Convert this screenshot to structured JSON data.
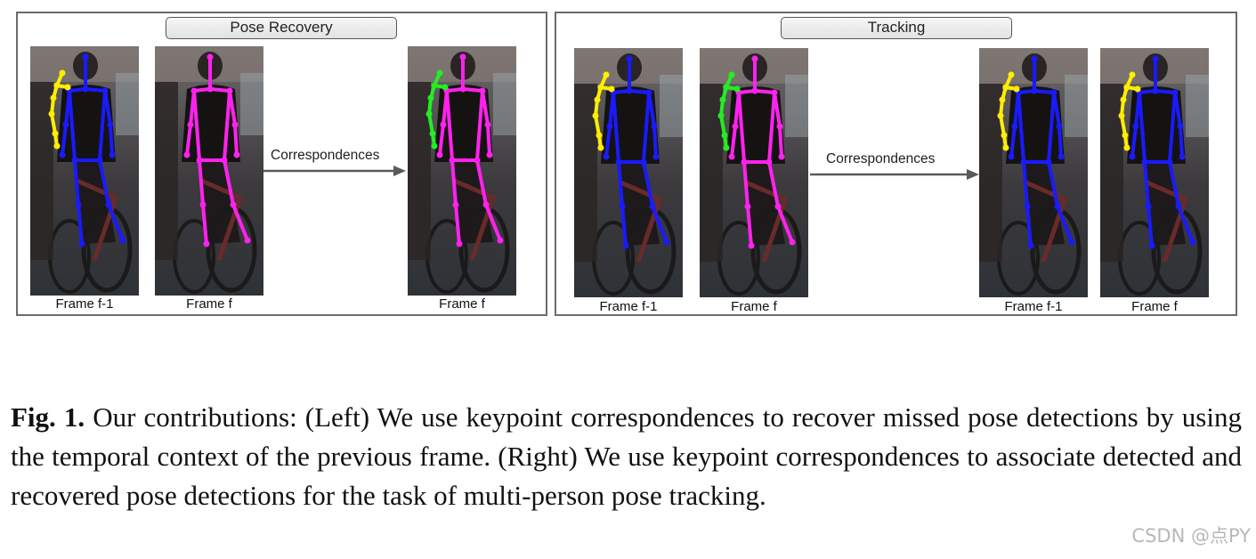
{
  "figure": {
    "left_panel": {
      "title": "Pose Recovery",
      "arrow_label": "Correspondences",
      "frames": [
        {
          "label": "Frame f-1",
          "skeletons": [
            "blue",
            "yellow"
          ]
        },
        {
          "label": "Frame f",
          "skeletons": [
            "magenta"
          ]
        },
        {
          "label": "Frame f",
          "skeletons": [
            "magenta",
            "green"
          ]
        }
      ]
    },
    "right_panel": {
      "title": "Tracking",
      "arrow_label": "Correspondences",
      "frames": [
        {
          "label": "Frame f-1",
          "skeletons": [
            "blue",
            "yellow"
          ]
        },
        {
          "label": "Frame f",
          "skeletons": [
            "magenta",
            "green"
          ]
        },
        {
          "label": "Frame f-1",
          "skeletons": [
            "blue",
            "yellow"
          ]
        },
        {
          "label": "Frame f",
          "skeletons": [
            "blue",
            "yellow"
          ]
        }
      ]
    },
    "colors": {
      "blue": "#1a1aff",
      "yellow": "#ffee00",
      "magenta": "#ff22ee",
      "green": "#22ee22",
      "arrow": "#5a5a5a",
      "border": "#6b6b6b"
    }
  },
  "caption": {
    "label": "Fig. 1.",
    "text": " Our contributions: (Left) We use keypoint correspondences to recover missed pose detections by using the temporal context of the previous frame. (Right) We use keypoint correspondences to associate detected and recovered pose detections for the task of multi-person pose tracking."
  },
  "watermark": "CSDN @点PY"
}
